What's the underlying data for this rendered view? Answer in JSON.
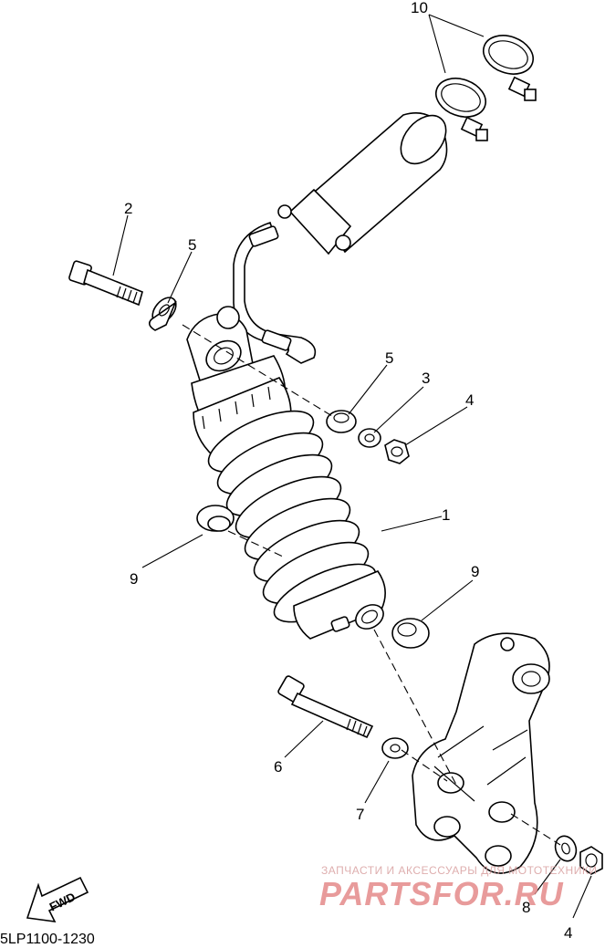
{
  "diagram": {
    "code": "5LP1100-1230",
    "fwd_label": "FWD",
    "callouts": {
      "c1": "1",
      "c2": "2",
      "c3": "3",
      "c4_top": "4",
      "c4_bottom": "4",
      "c5_left": "5",
      "c5_right": "5",
      "c6": "6",
      "c7": "7",
      "c8": "8",
      "c9_left": "9",
      "c9_right": "9",
      "c10": "10"
    }
  },
  "watermark": {
    "tagline": "ЗАПЧАСТИ И АКСЕССУАРЫ ДЛЯ МОТОТЕХНИКИ",
    "brand": "PARTSFOR.RU"
  }
}
